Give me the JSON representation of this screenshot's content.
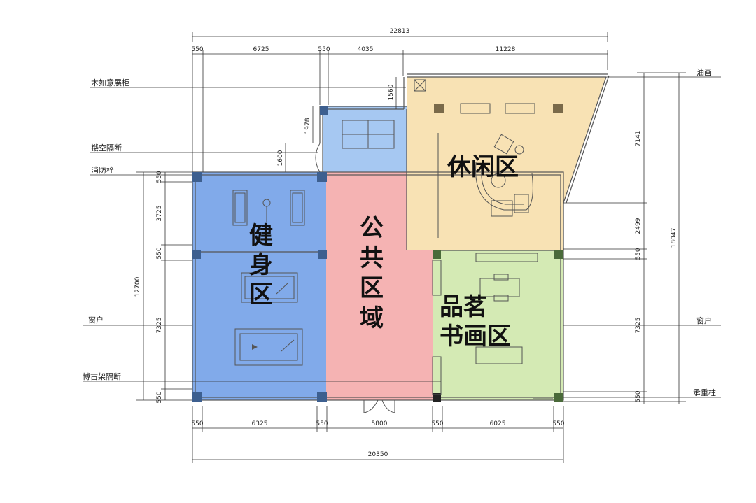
{
  "zones": {
    "fitness": [
      "健",
      "身",
      "区"
    ],
    "public": [
      "公",
      "共",
      "区",
      "域"
    ],
    "leisure": "休闲区",
    "tea_line1": "品茗",
    "tea_line2": "书画区"
  },
  "callouts": {
    "cabinet": "木如意展柜",
    "openwork_partition": "镂空隔断",
    "hydrant": "消防栓",
    "window_left": "窗户",
    "bogu_partition": "博古架隔断",
    "oil_painting": "油画",
    "window_right": "窗户",
    "column": "承重柱"
  },
  "dimensions": {
    "top_total": "22813",
    "top_1": "550",
    "top_2": "6725",
    "top_3": "550",
    "top_4": "4035",
    "top_5": "11228",
    "bottom_total": "20350",
    "bottom_1": "550",
    "bottom_2": "6325",
    "bottom_3": "550",
    "bottom_4": "5800",
    "bottom_5": "550",
    "bottom_6": "6025",
    "bottom_7": "550",
    "left_total": "12700",
    "left_1": "550",
    "left_2": "3725",
    "left_3": "550",
    "left_4": "7325",
    "left_5": "550",
    "left_upper_1": "1978",
    "left_upper_2": "1600",
    "upper_small": "1560",
    "right_total": "18047",
    "right_1": "7141",
    "right_2": "2499",
    "right_3": "550",
    "right_4": "7325",
    "right_5": "550"
  },
  "colors": {
    "fitness": "#6b9be6",
    "upper_blue": "#a6c8f2",
    "public": "#f5b3b3",
    "leisure": "#f8e2b4",
    "tea": "#d4eab4"
  }
}
